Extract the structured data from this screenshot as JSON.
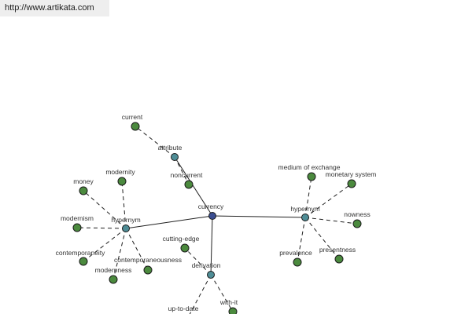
{
  "header": {
    "url": "http://www.artikata.com"
  },
  "graph": {
    "nodes": [
      {
        "id": "currency",
        "label": "currency",
        "kind": "center"
      },
      {
        "id": "hypernym-left",
        "label": "hypernym",
        "kind": "relation"
      },
      {
        "id": "hypernym-right",
        "label": "hypernym",
        "kind": "relation"
      },
      {
        "id": "attribute",
        "label": "attribute",
        "kind": "relation"
      },
      {
        "id": "derivation",
        "label": "derivation",
        "kind": "relation"
      },
      {
        "id": "current",
        "label": "current",
        "kind": "word"
      },
      {
        "id": "noncurrent",
        "label": "noncurrent",
        "kind": "word"
      },
      {
        "id": "money",
        "label": "money",
        "kind": "word"
      },
      {
        "id": "modernity",
        "label": "modernity",
        "kind": "word"
      },
      {
        "id": "modernism",
        "label": "modernism",
        "kind": "word"
      },
      {
        "id": "contemporaneity",
        "label": "contemporaneity",
        "kind": "word"
      },
      {
        "id": "contemporaneousness",
        "label": "contemporaneousness",
        "kind": "word"
      },
      {
        "id": "modernness",
        "label": "modernness",
        "kind": "word"
      },
      {
        "id": "medium-of-exchange",
        "label": "medium of exchange",
        "kind": "word"
      },
      {
        "id": "monetary-system",
        "label": "monetary system",
        "kind": "word"
      },
      {
        "id": "nowness",
        "label": "nowness",
        "kind": "word"
      },
      {
        "id": "presentness",
        "label": "presentness",
        "kind": "word"
      },
      {
        "id": "prevalence",
        "label": "prevalence",
        "kind": "word"
      },
      {
        "id": "cutting-edge",
        "label": "cutting-edge",
        "kind": "word"
      },
      {
        "id": "up-to-date",
        "label": "up-to-date",
        "kind": "word"
      },
      {
        "id": "with-it",
        "label": "with-it",
        "kind": "word"
      }
    ],
    "edges": [
      {
        "from": "currency",
        "to": "hypernym-left",
        "style": "solid"
      },
      {
        "from": "currency",
        "to": "hypernym-right",
        "style": "solid"
      },
      {
        "from": "currency",
        "to": "attribute",
        "style": "solid"
      },
      {
        "from": "currency",
        "to": "derivation",
        "style": "solid"
      },
      {
        "from": "attribute",
        "to": "current",
        "style": "dashed"
      },
      {
        "from": "attribute",
        "to": "noncurrent",
        "style": "dashed"
      },
      {
        "from": "hypernym-left",
        "to": "money",
        "style": "dashed"
      },
      {
        "from": "hypernym-left",
        "to": "modernity",
        "style": "dashed"
      },
      {
        "from": "hypernym-left",
        "to": "modernism",
        "style": "dashed"
      },
      {
        "from": "hypernym-left",
        "to": "contemporaneity",
        "style": "dashed"
      },
      {
        "from": "hypernym-left",
        "to": "contemporaneousness",
        "style": "dashed"
      },
      {
        "from": "hypernym-left",
        "to": "modernness",
        "style": "dashed"
      },
      {
        "from": "hypernym-right",
        "to": "medium-of-exchange",
        "style": "dashed"
      },
      {
        "from": "hypernym-right",
        "to": "monetary-system",
        "style": "dashed"
      },
      {
        "from": "hypernym-right",
        "to": "nowness",
        "style": "dashed"
      },
      {
        "from": "hypernym-right",
        "to": "presentness",
        "style": "dashed"
      },
      {
        "from": "hypernym-right",
        "to": "prevalence",
        "style": "dashed"
      },
      {
        "from": "derivation",
        "to": "cutting-edge",
        "style": "dashed"
      },
      {
        "from": "derivation",
        "to": "up-to-date",
        "style": "dashed"
      },
      {
        "from": "derivation",
        "to": "with-it",
        "style": "dashed"
      }
    ]
  }
}
